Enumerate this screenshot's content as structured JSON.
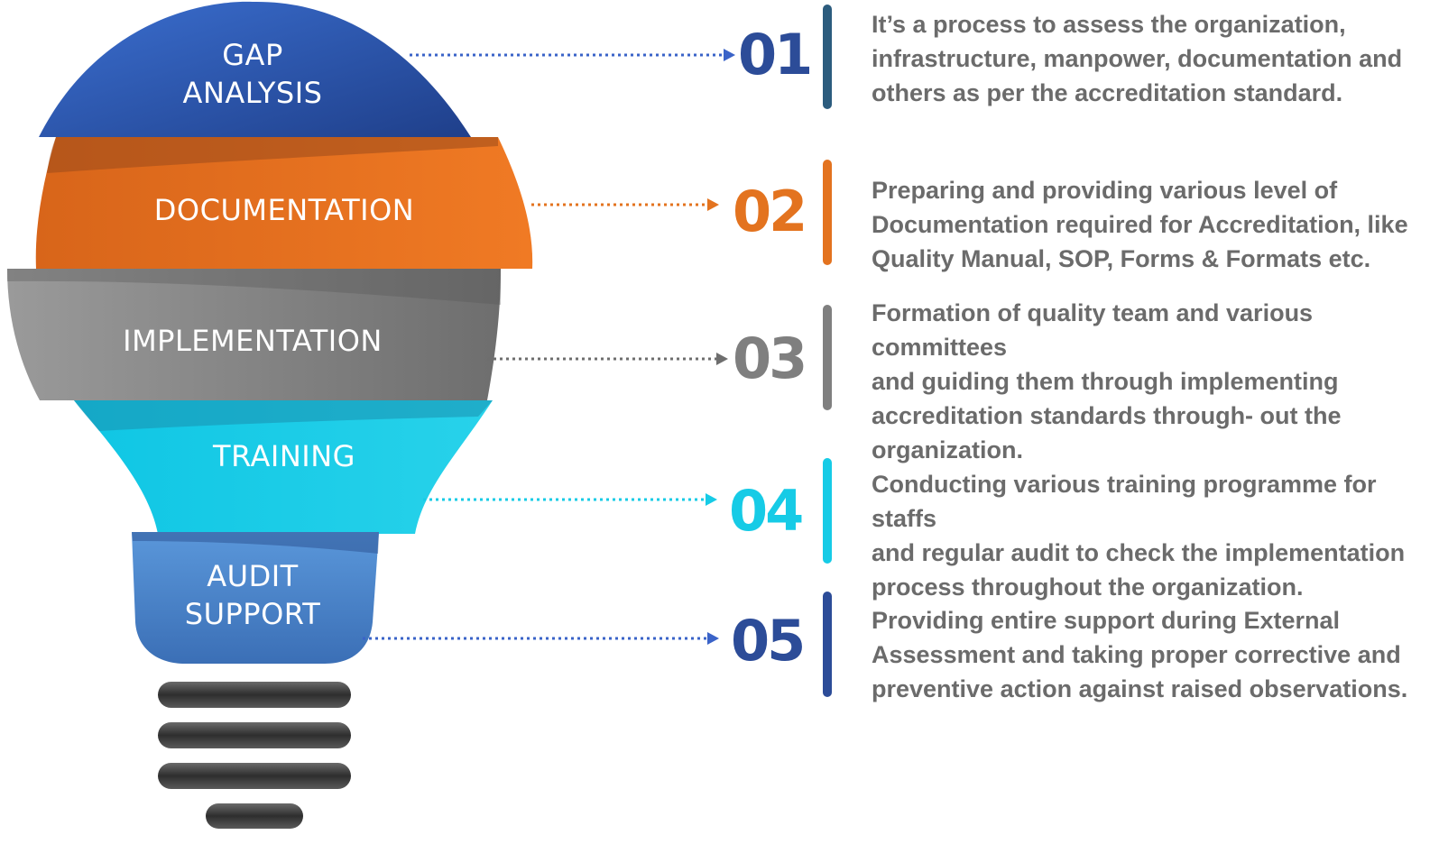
{
  "colors": {
    "blue": "#2f5bb7",
    "orange": "#e3731f",
    "gray": "#7f7f7f",
    "cyan": "#16cbe6",
    "audit": "#4f8ad0",
    "navy": "#2c4c98",
    "text": "#6b6b6b",
    "base": "#4a4a4a"
  },
  "steps": [
    {
      "label": "GAP\nANALYSIS",
      "number": "01",
      "description": "It’s a process to assess the organization,\ninfrastructure, manpower, documentation and\nothers as per the accreditation standard."
    },
    {
      "label": "DOCUMENTATION",
      "number": "02",
      "description": "Preparing and providing various level of\nDocumentation required for Accreditation, like\nQuality Manual, SOP, Forms & Formats etc."
    },
    {
      "label": "IMPLEMENTATION",
      "number": "03",
      "description": "Formation of quality team and various committees\nand guiding them through implementing\naccreditation standards through- out the\norganization."
    },
    {
      "label": "TRAINING",
      "number": "04",
      "description": "Conducting various training programme for staffs\nand regular audit to check the implementation\nprocess throughout the organization."
    },
    {
      "label": "AUDIT\nSUPPORT",
      "number": "05",
      "description": "Providing entire support during External\nAssessment and taking proper corrective and\npreventive action against raised observations."
    }
  ]
}
